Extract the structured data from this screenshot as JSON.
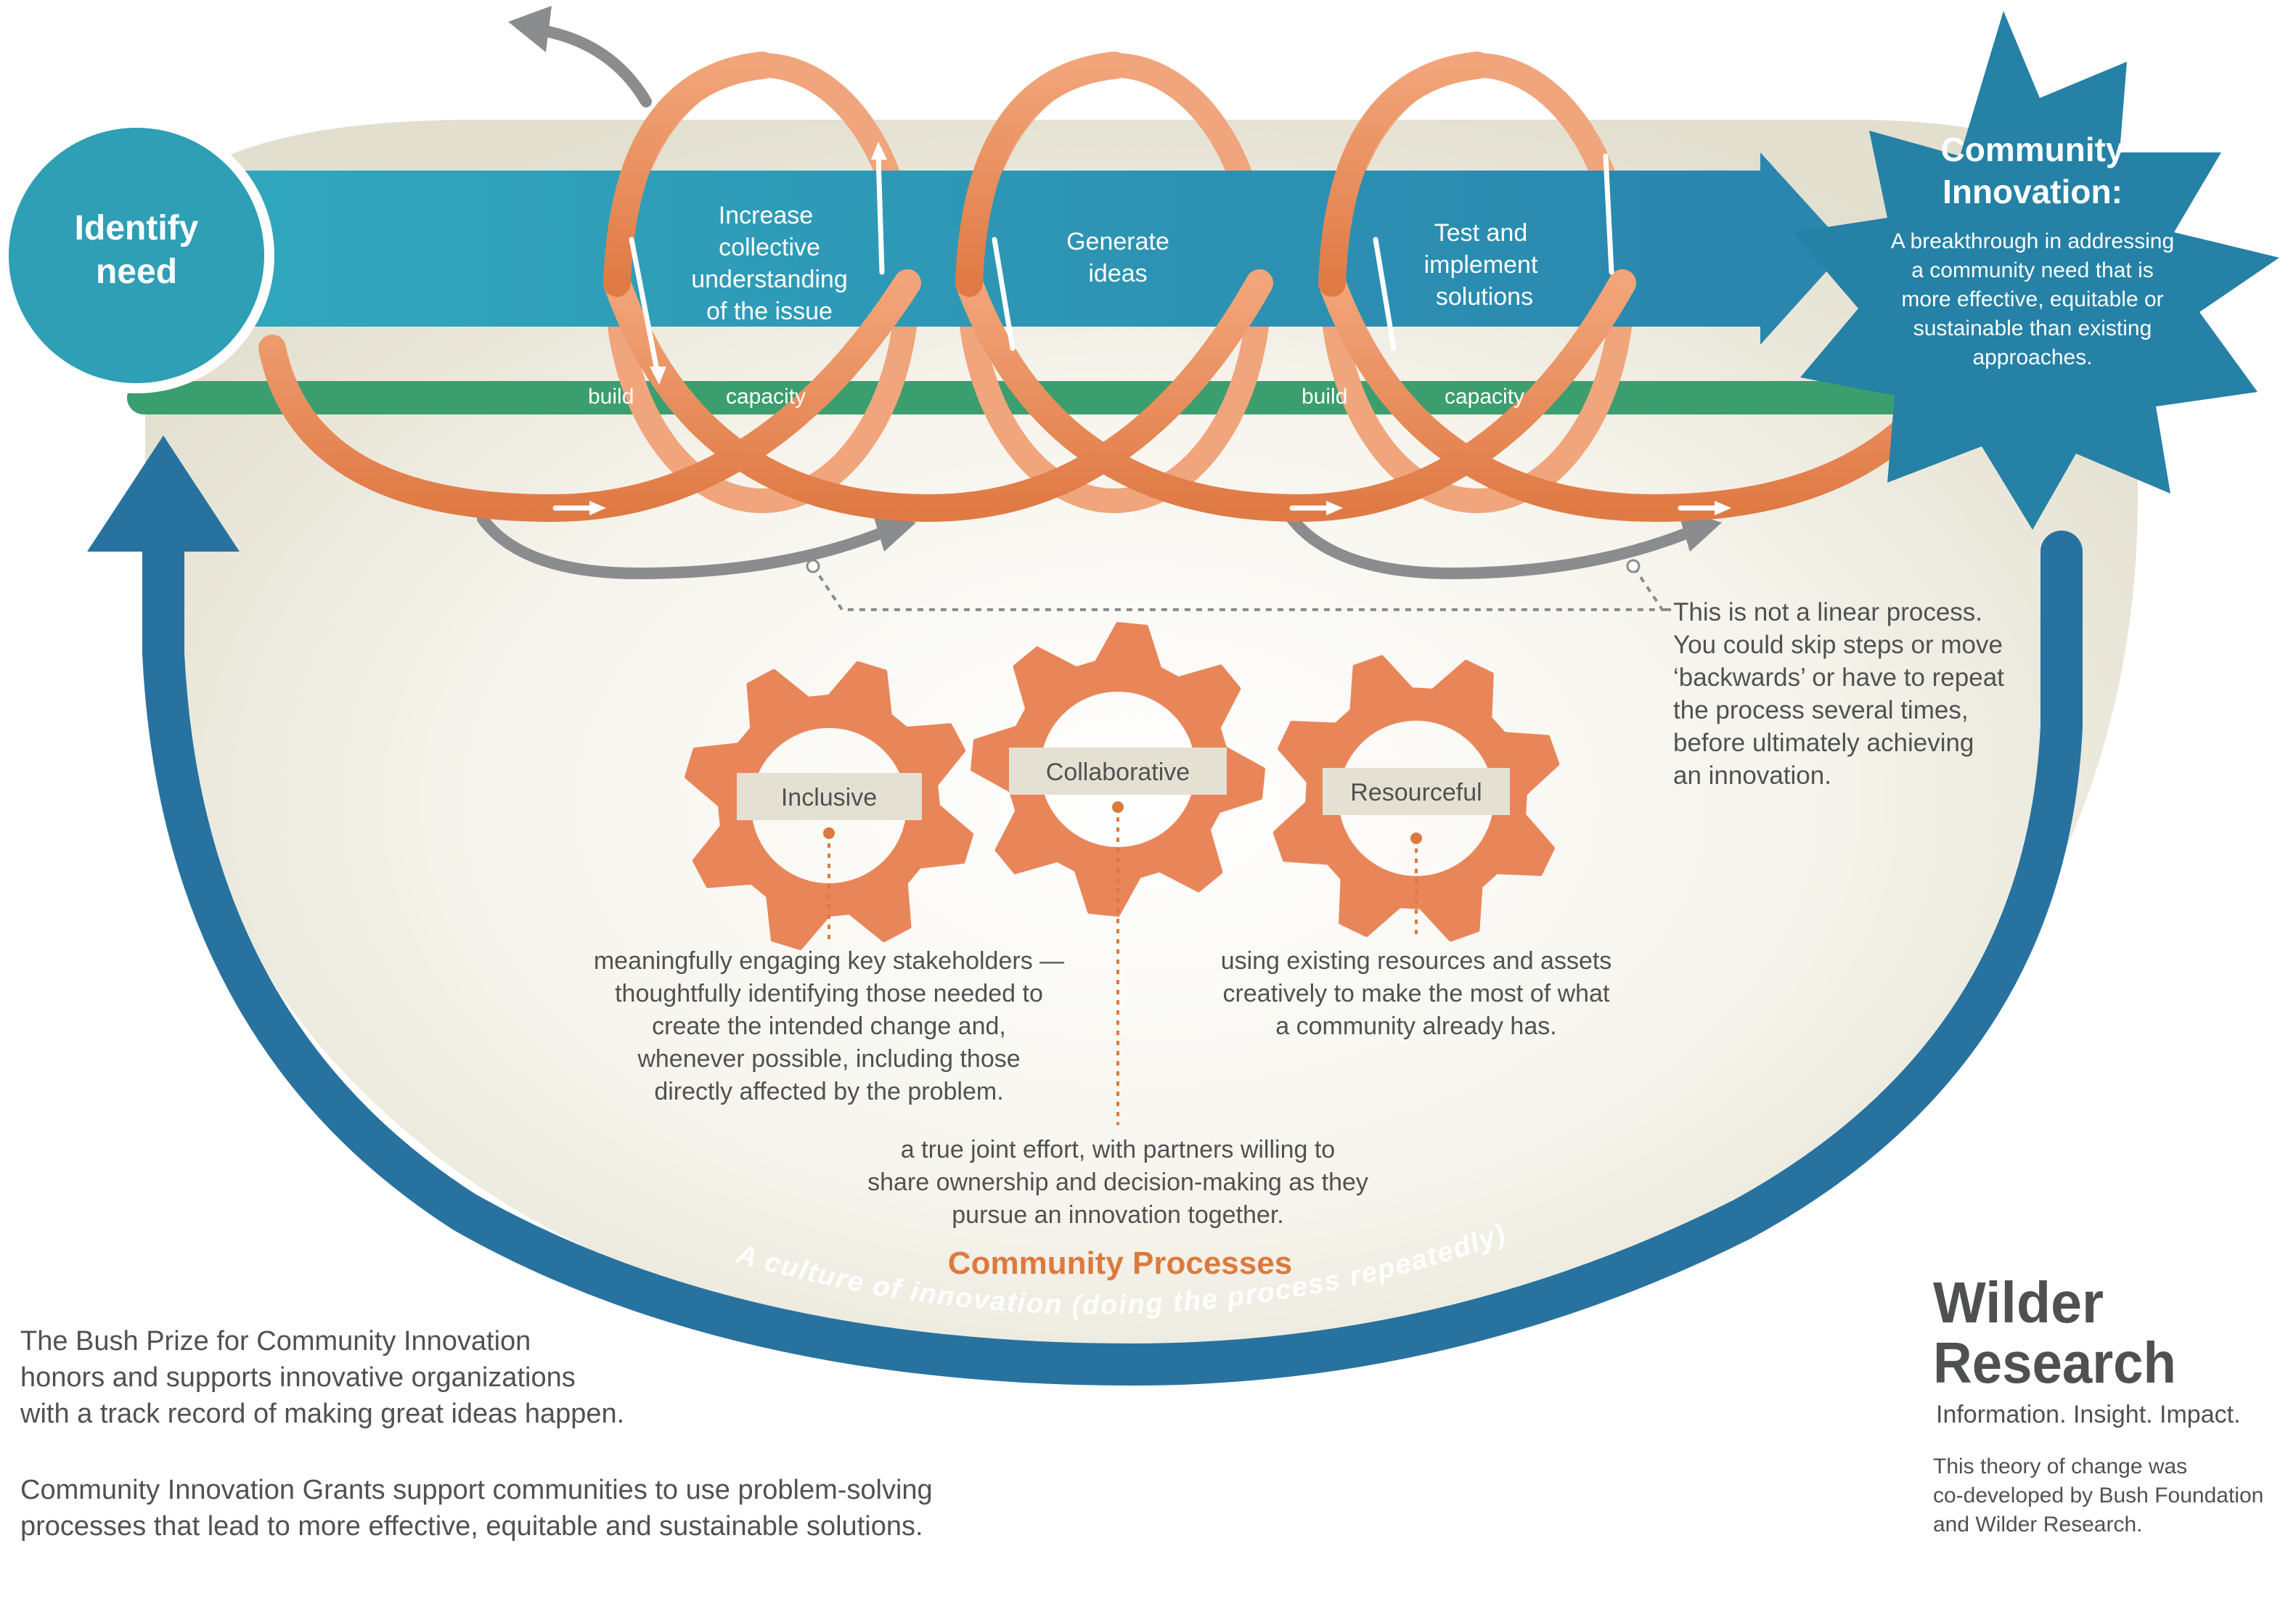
{
  "identify": {
    "line1": "Identify",
    "line2": "need"
  },
  "steps": [
    {
      "lines": [
        "Increase",
        "collective",
        "understanding",
        "of the issue"
      ]
    },
    {
      "lines": [
        "Generate",
        "ideas"
      ]
    },
    {
      "lines": [
        "Test and",
        "implement",
        "solutions"
      ]
    }
  ],
  "capacity_labels": {
    "build": "build",
    "capacity": "capacity"
  },
  "innovation": {
    "title1": "Community",
    "title2": "Innovation:",
    "desc": [
      "A breakthrough in addressing",
      "a community need that is",
      "more effective, equitable or",
      "sustainable than existing",
      "approaches."
    ]
  },
  "nonlinear_note": [
    "This is not a linear process.",
    "You could skip steps or move",
    "‘backwards’ or have to repeat",
    "the process several times,",
    "before ultimately achieving",
    "an innovation."
  ],
  "gears": [
    {
      "label": "Inclusive",
      "desc": [
        "meaningfully engaging key stakeholders —",
        "thoughtfully identifying those needed to",
        "create the intended change and,",
        "whenever possible, including those",
        "directly affected by the problem."
      ]
    },
    {
      "label": "Collaborative",
      "desc": [
        "a true joint effort, with partners willing to",
        "share ownership and decision-making as they",
        "pursue an innovation together."
      ]
    },
    {
      "label": "Resourceful",
      "desc": [
        "using existing resources and assets",
        "creatively to make the most of what",
        "a community already has."
      ]
    }
  ],
  "community_processes": "Community Processes",
  "culture_arc": "A culture of innovation (doing the process repeatedly)",
  "bush_prize": [
    "The Bush Prize for Community Innovation",
    "honors and supports innovative organizations",
    "with a track record of making great ideas happen."
  ],
  "grants": [
    "Community Innovation Grants support communities to use problem-solving",
    "processes that lead to more effective, equitable and sustainable solutions."
  ],
  "wilder": {
    "name1": "Wilder",
    "name2": "Research",
    "tagline": "Information. Insight. Impact.",
    "note": [
      "This theory of change was",
      "co-developed by Bush Foundation",
      "and Wilder Research."
    ]
  },
  "colors": {
    "teal": "#2EA3B8",
    "teal_dark": "#2581A6",
    "blue_arc": "#2872A0",
    "green": "#3B9E6E",
    "orange": "#E8865A",
    "orange_light": "#F0A57C",
    "gray_arrow": "#8A8C8E",
    "bowl": "#E9E6DA",
    "text_gray": "#505152",
    "title_orange": "#DC7A3E"
  }
}
